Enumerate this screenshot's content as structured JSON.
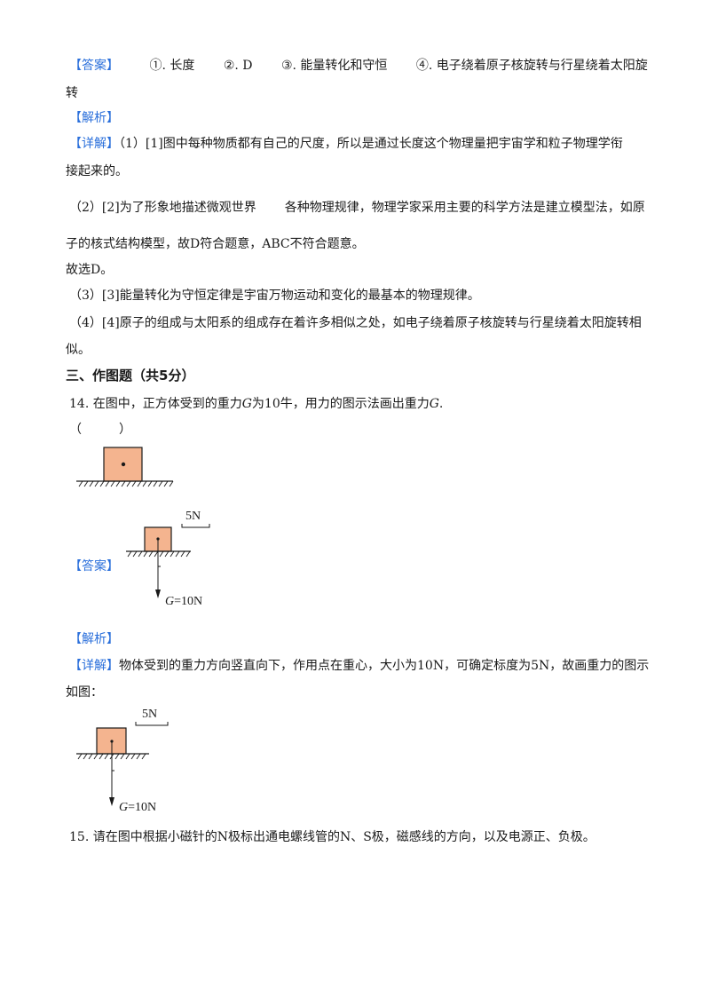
{
  "q13_answer": {
    "tag": "【答案】",
    "a1": "①. 长度",
    "a2": "②. D",
    "a3": "③. 能量转化和守恒",
    "a4_line1": "④. 电子绕着原子核旋转与行星绕着太阳旋",
    "a4_line2": "转"
  },
  "q13_analysis": {
    "tag": "【解析】",
    "detail_tag": "【详解】",
    "p1_line1": "（1）[1]图中每种物质都有自己的尺度，所以是通过长度这个物理量把宇宙学和粒子物理学衔",
    "p1_line2": "接起来的。",
    "p2_line1_a": "（2）[2]为了形象地描述微观世界",
    "p2_line1_b": "各种物理规律，物理学家采用主要的科学方法是建立模型法，如原",
    "p2_line2": "子的核式结构模型，故D符合题意，ABC不符合题意。",
    "p2_line3": "故选D。",
    "p3": "（3）[3]能量转化为守恒定律是宇宙万物运动和变化的最基本的物理规律。",
    "p4_line1": "（4）[4]原子的组成与太阳系的组成存在着许多相似之处，如电子绕着原子核旋转与行星绕着太阳旋转相",
    "p4_line2": "似。"
  },
  "section3": {
    "heading": "三、作图题（共5分）"
  },
  "q14": {
    "stem_a": "14. 在图中，正方体受到的重力",
    "stem_g1": "G",
    "stem_b": "为10牛，用力的图示法画出重力",
    "stem_g2": "G",
    "stem_end": ".",
    "blank": "（　　　）",
    "answer_tag": "【答案】",
    "scale_label": "5N",
    "force_symbol": "G",
    "force_value": "=10N",
    "analysis_tag": "【解析】",
    "detail_tag": "【详解】",
    "detail_line1": "物体受到的重力方向竖直向下，作用点在重心，大小为10N，可确定标度为5N，故画重力的图示",
    "detail_line2": "如图："
  },
  "q15": {
    "stem": "15. 请在图中根据小磁针的N极标出通电螺线管的N、S极，磁感线的方向，以及电源正、负极。"
  },
  "colors": {
    "tag_blue": "#2a6fdb",
    "block_fill": "#f4b48f",
    "ink": "#1a1a1a"
  }
}
